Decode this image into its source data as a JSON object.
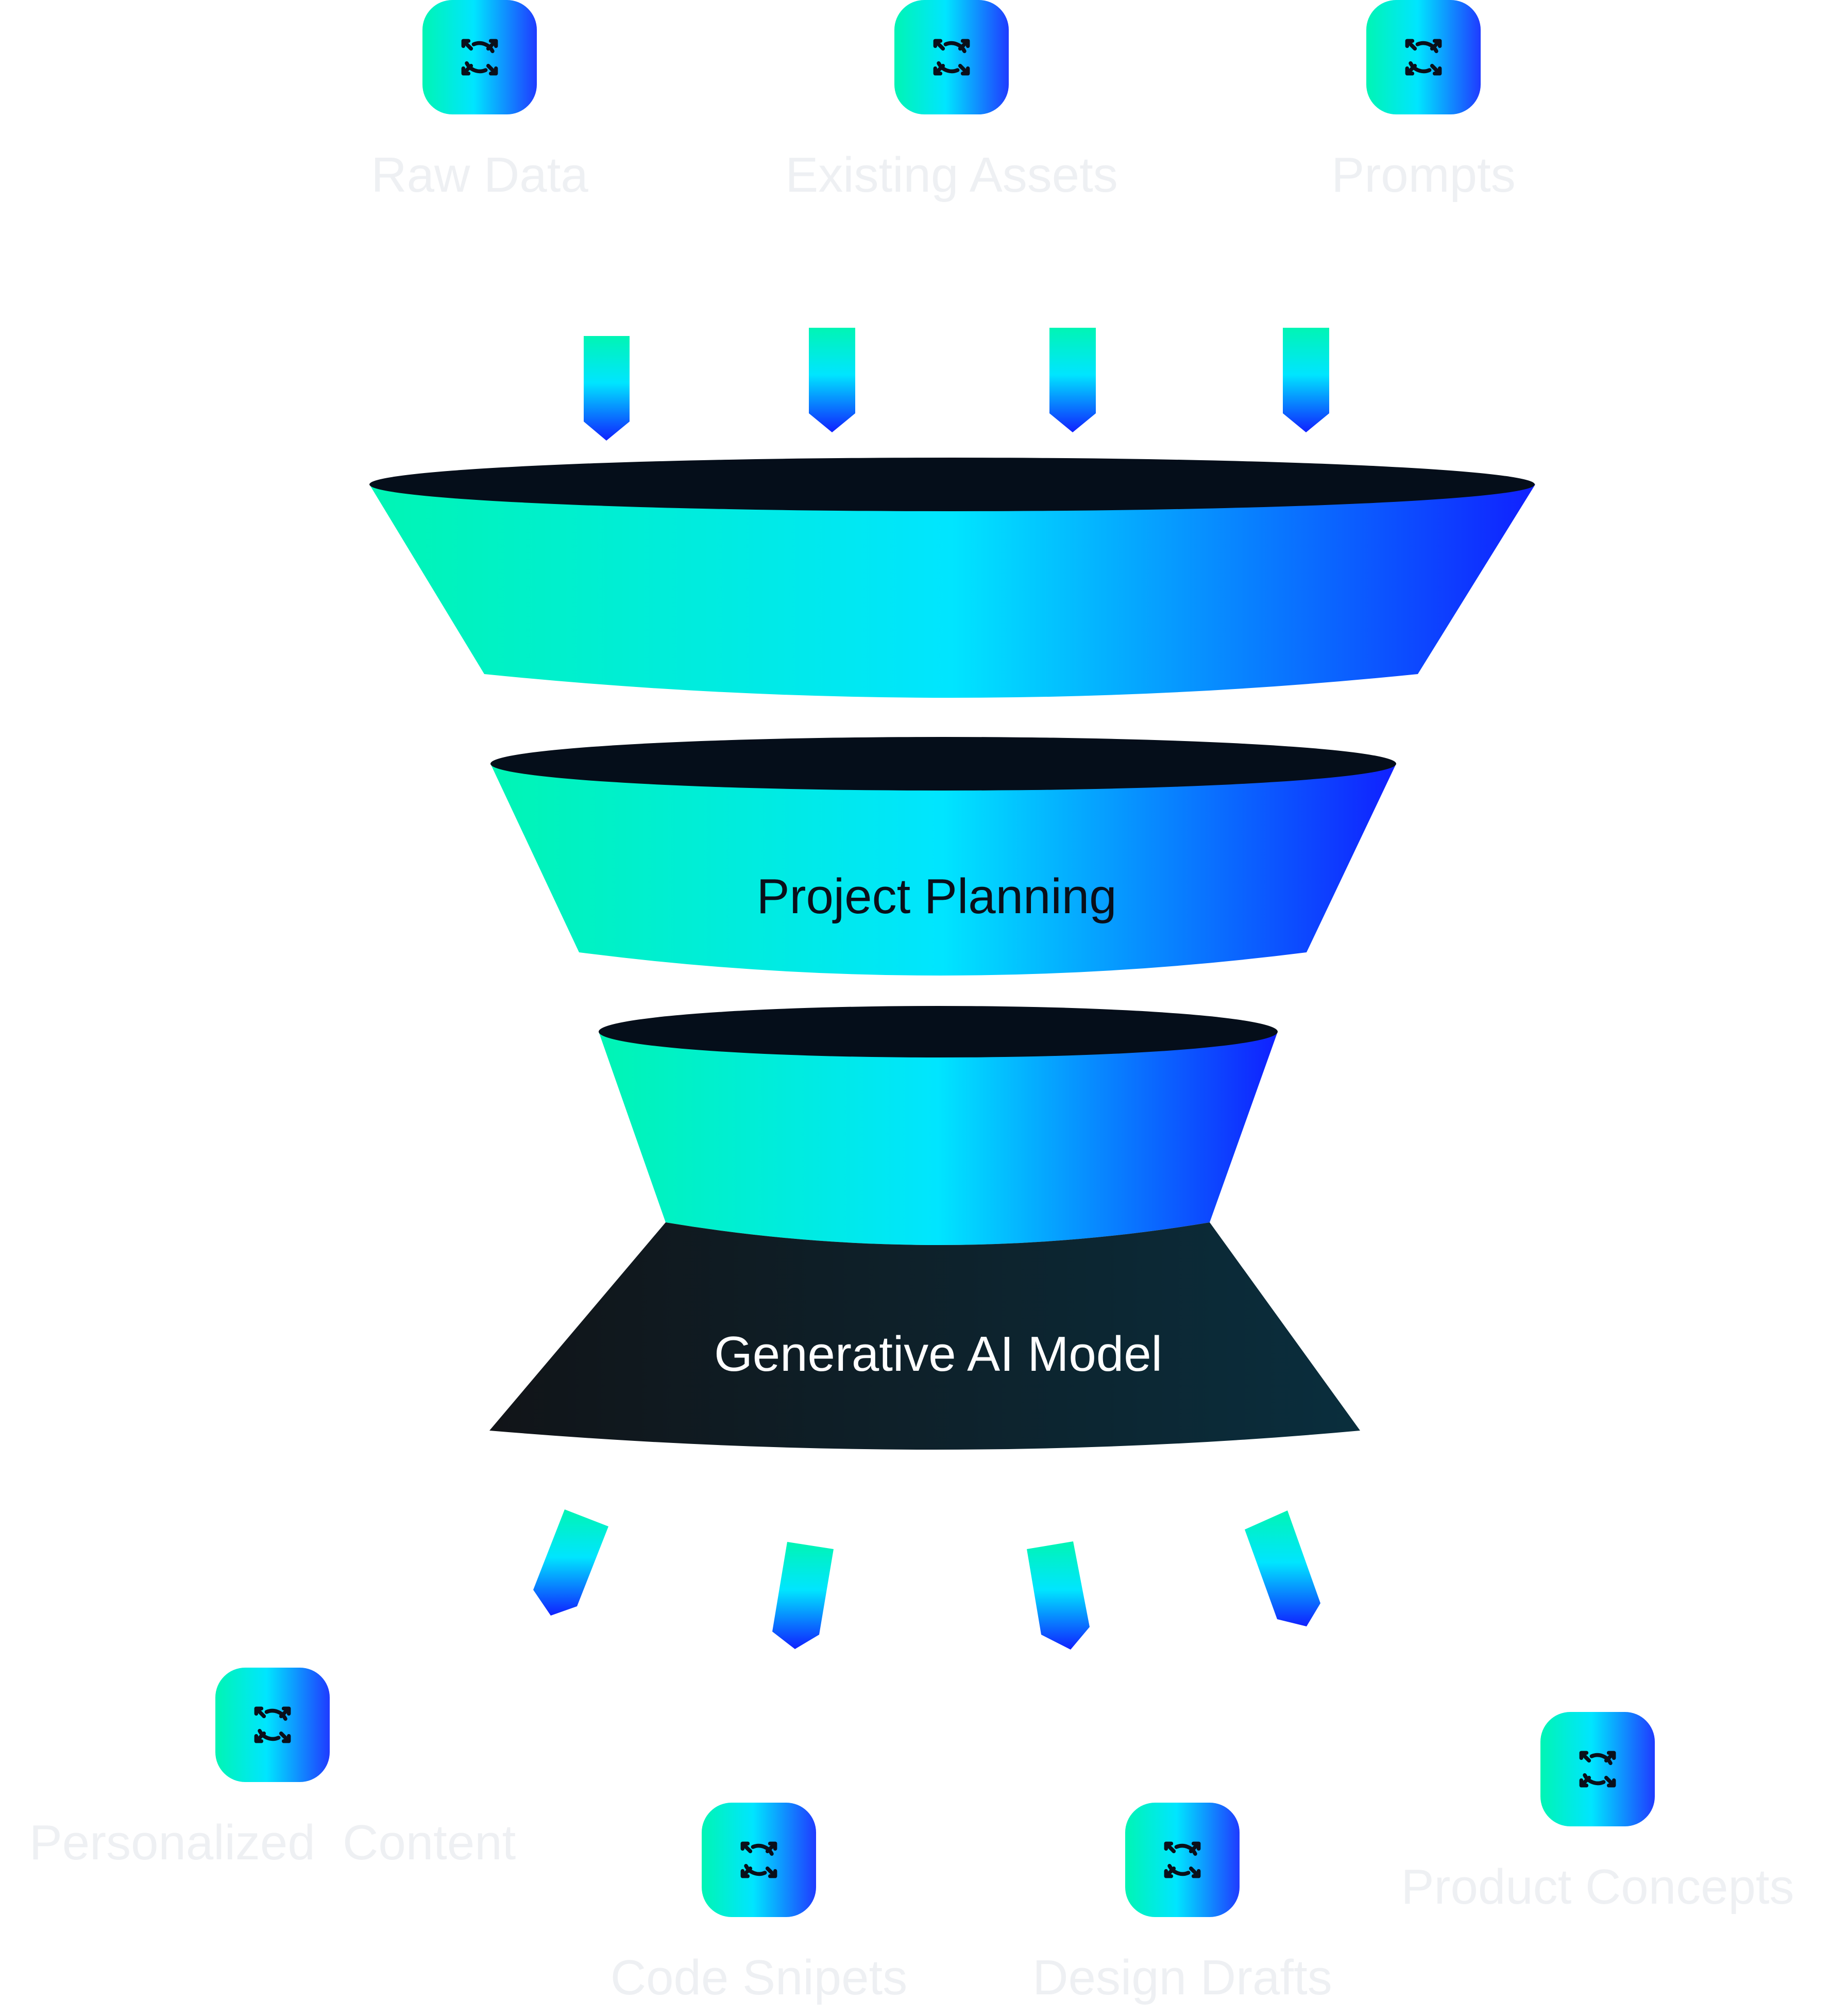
{
  "inputs": [
    {
      "label": "Raw Data",
      "icon": "refresh-arrows-icon"
    },
    {
      "label": "Existing Assets",
      "icon": "refresh-arrows-icon"
    },
    {
      "label": "Prompts",
      "icon": "refresh-arrows-icon"
    }
  ],
  "stages": {
    "stage1_label": "",
    "stage2_label": "Project Planning",
    "stage3_label": "",
    "model_label": "Generative AI Model"
  },
  "outputs": [
    {
      "label": "Personalized  Content",
      "icon": "refresh-arrows-icon"
    },
    {
      "label": "Code Snipets",
      "icon": "refresh-arrows-icon"
    },
    {
      "label": "Design Drafts",
      "icon": "refresh-arrows-icon"
    },
    {
      "label": "Product Concepts",
      "icon": "refresh-arrows-icon"
    }
  ],
  "colors": {
    "gradient_start": "#00f5b4",
    "gradient_mid": "#00e5ff",
    "gradient_end": "#1020ff",
    "funnel_rim": "#050e1a",
    "model_dark": "#111418",
    "model_teal": "#0a2e3d",
    "faint_label": "#eef0f3",
    "dark_text": "#0a0f1a",
    "light_text": "#ffffff"
  }
}
